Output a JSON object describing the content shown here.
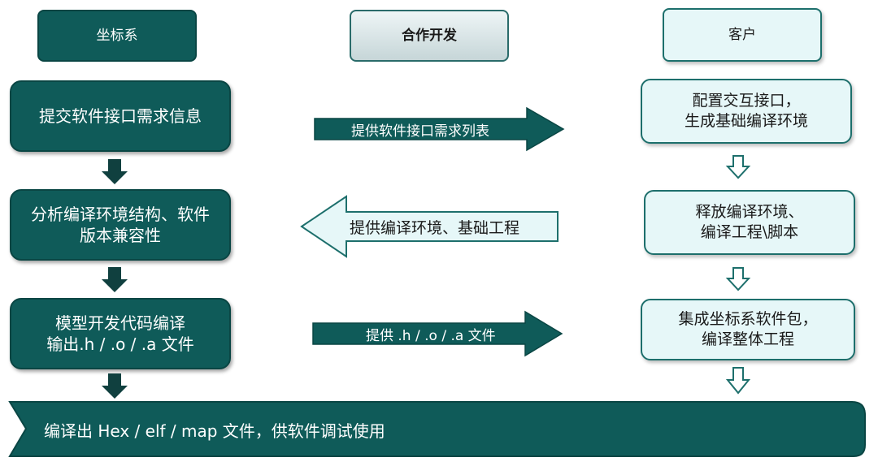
{
  "headers": {
    "coordinate": "坐标系",
    "cooperation": "合作开发",
    "customer": "客户"
  },
  "left_steps": [
    "提交软件接口需求信息",
    "分析编译环境结构、软件\n版本兼容性",
    "模型开发代码编译\n输出.h / .o / .a 文件"
  ],
  "middle_arrows": [
    {
      "label": "提供软件接口需求列表",
      "direction": "right",
      "style": "dark"
    },
    {
      "label": "提供编译环境、基础工程",
      "direction": "left",
      "style": "light"
    },
    {
      "label": "提供 .h / .o / .a 文件",
      "direction": "right",
      "style": "dark"
    }
  ],
  "right_steps": [
    "配置交互接口，\n生成基础编译环境",
    "释放编译环境、\n编译工程\\脚本",
    "集成坐标系软件包，\n编译整体工程"
  ],
  "bottom_banner": "编译出 Hex / elf / map 文件，供软件调试使用",
  "colors": {
    "dark_teal": "#0f5b59",
    "light_cyan": "#e6f7f8",
    "outline_teal": "#1d6f6c"
  }
}
